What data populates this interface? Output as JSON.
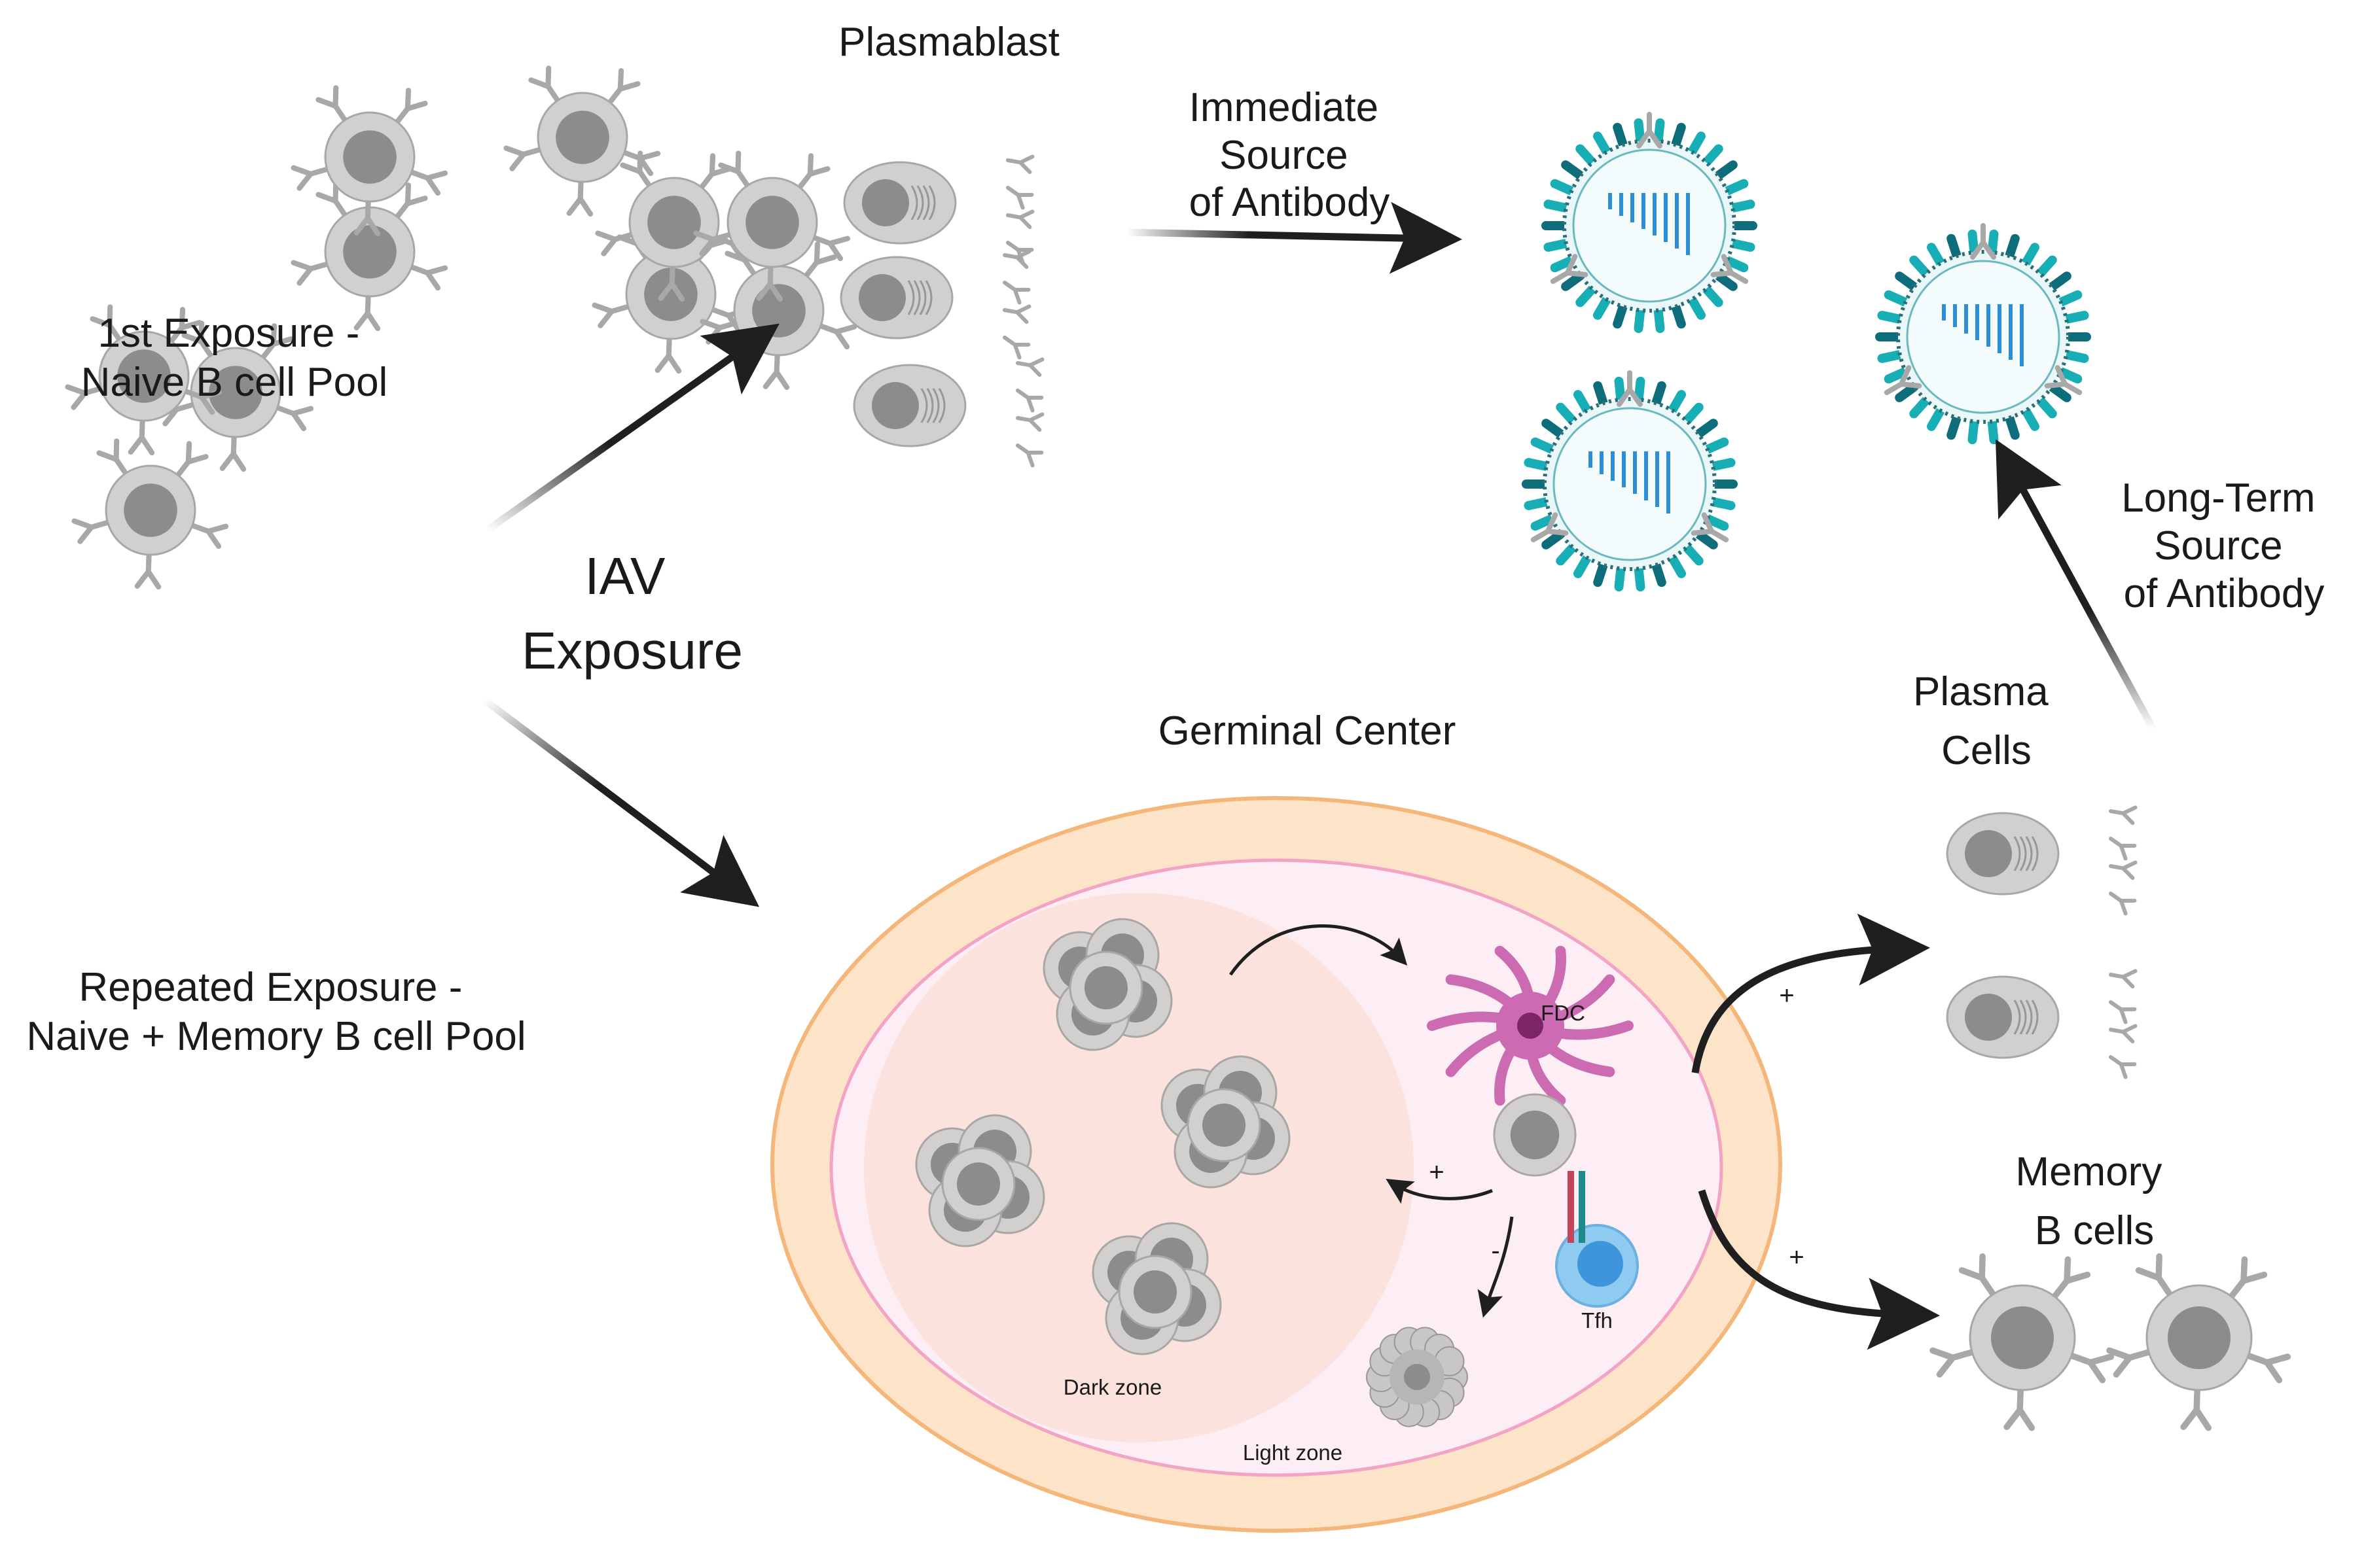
{
  "labels": {
    "plasmablast": "Plasmablast",
    "immediate_source": [
      "Immediate",
      "Source",
      "of Antibody"
    ],
    "first_exposure": [
      "1st Exposure -",
      "Naive B cell Pool"
    ],
    "repeated_exposure": [
      "Repeated Exposure -",
      "Naive + Memory B cell Pool"
    ],
    "iav_exposure": [
      "IAV",
      "Exposure"
    ],
    "long_term_source": [
      "Long-Term",
      "Source",
      "of Antibody"
    ],
    "germinal_center": "Germinal Center",
    "plasma_cells": [
      "Plasma",
      "Cells"
    ],
    "memory_b_cells": [
      "Memory",
      "B cells"
    ],
    "fdc": "FDC",
    "tfh": "Tfh",
    "dark_zone": "Dark zone",
    "light_zone": "Light zone",
    "plus_sign": "+",
    "minus_sign": "-"
  },
  "colors": {
    "arrow": "#1f1f1f",
    "cell_body": "#d2cfcf",
    "cell_nucleus": "#8c8c8c",
    "antibody": "#a8a8a8",
    "gc_outer": "#fde3c8",
    "gc_outer_stroke": "#f4b679",
    "gc_inner": "#fdeef6",
    "gc_inner_stroke": "#f2a3c6",
    "dark_zone": "#fbe0da",
    "fdc": "#cc6bb1",
    "fdc_nucleus": "#7a2566",
    "tfh": "#8fcbf0",
    "tfh_nucleus": "#3f95dc",
    "virus_spike": "#18aeb6",
    "virus_spike_dark": "#0d6d7a",
    "virus_rna": "#2a8fd6"
  }
}
